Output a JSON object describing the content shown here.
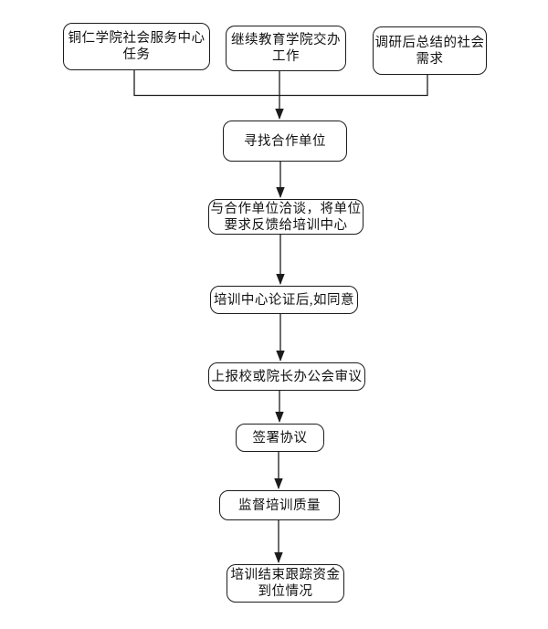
{
  "flowchart": {
    "kind": "flowchart",
    "direction": "top-down",
    "background_color": "#ffffff",
    "line_color": "#1c1c1c",
    "text_color": "#111111",
    "node_shape": "rounded-rectangle",
    "nodes": [
      {
        "id": "source-center-tasks",
        "lines": [
          "铜仁学院社会服务中心",
          "任务"
        ]
      },
      {
        "id": "source-college-assigned",
        "lines": [
          "继续教育学院交办",
          "工作"
        ]
      },
      {
        "id": "source-social-needs",
        "lines": [
          "调研后总结的社会",
          "需求"
        ]
      },
      {
        "id": "find-partners",
        "lines": [
          "寻找合作单位"
        ]
      },
      {
        "id": "negotiate-feedback",
        "lines": [
          "与合作单位洽谈，将单位",
          "要求反馈给培训中心"
        ]
      },
      {
        "id": "center-review",
        "lines": [
          "培训中心论证后,如同意"
        ]
      },
      {
        "id": "report-meeting",
        "lines": [
          "上报校或院长办公会审议"
        ]
      },
      {
        "id": "sign-agreement",
        "lines": [
          "签署协议"
        ]
      },
      {
        "id": "supervise-quality",
        "lines": [
          "监督培训质量"
        ]
      },
      {
        "id": "track-funds",
        "lines": [
          "培训结束跟踪资金",
          "到位情况"
        ]
      }
    ],
    "edges": [
      {
        "from": "source-center-tasks",
        "to": "find-partners"
      },
      {
        "from": "source-college-assigned",
        "to": "find-partners"
      },
      {
        "from": "source-social-needs",
        "to": "find-partners"
      },
      {
        "from": "find-partners",
        "to": "negotiate-feedback"
      },
      {
        "from": "negotiate-feedback",
        "to": "center-review"
      },
      {
        "from": "center-review",
        "to": "report-meeting"
      },
      {
        "from": "report-meeting",
        "to": "sign-agreement"
      },
      {
        "from": "sign-agreement",
        "to": "supervise-quality"
      },
      {
        "from": "supervise-quality",
        "to": "track-funds"
      }
    ]
  }
}
